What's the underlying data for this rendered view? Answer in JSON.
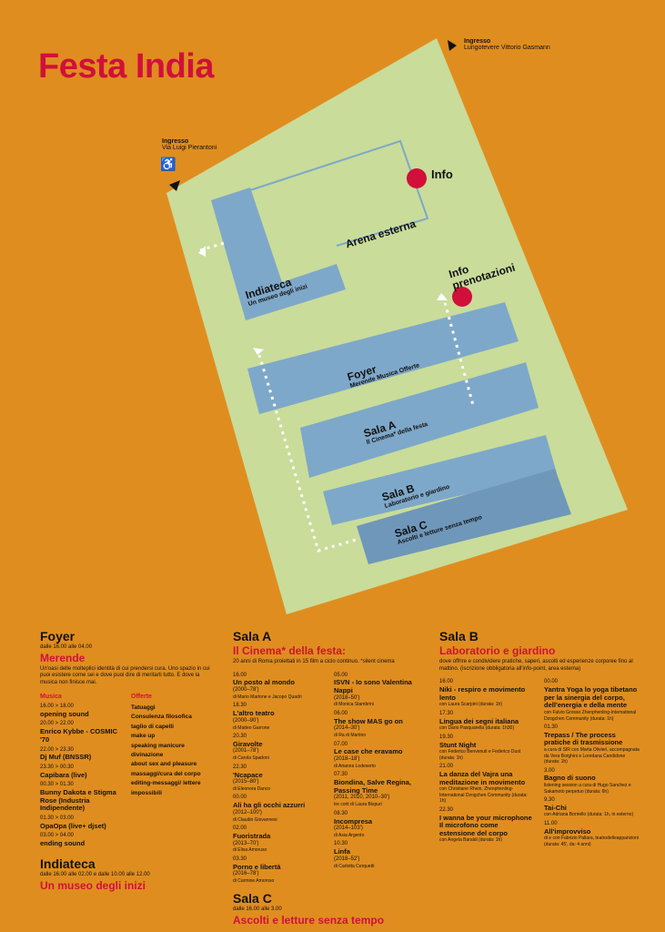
{
  "title": "Festa India",
  "entrances": {
    "top": {
      "label": "Ingresso",
      "street": "Lungotevere Vittorio Gasmann"
    },
    "left": {
      "label": "Ingresso",
      "street": "Via Luigi Pierantoni"
    }
  },
  "icons": {
    "accessible": "wheelchair-icon",
    "info": "info-dot"
  },
  "map": {
    "info": "Info",
    "arena": "Arena esterna",
    "info_pren_1": "Info",
    "info_pren_2": "prenotazioni",
    "indiateca": "Indiateca",
    "indiateca_sub": "Un museo degli inizi",
    "foyer": "Foyer",
    "foyer_sub": "Merende  Musica  Offerte",
    "sala_a": "Sala A",
    "sala_a_sub": "Il Cinema* della festa",
    "sala_b": "Sala B",
    "sala_b_sub": "Laboratorio e giardino",
    "sala_c": "Sala C",
    "sala_c_sub": "Ascolti e letture senza tempo"
  },
  "colors": {
    "bg": "#e08d1f",
    "map": "#c9dc9a",
    "room": "#7ea8c9",
    "accent": "#d0103a"
  },
  "foyer": {
    "title": "Foyer",
    "time": "dalle 16.00 alle 04.00",
    "subtitle": "Merende",
    "desc": "Un'oasi delle molteplici identità di cui prendersi cura. Uno spazio in cui puoi esistere come sei e dove puoi dire di meritarti tutto. E dove la musica non finisce mai.",
    "music_h": "Musica",
    "music": [
      {
        "t": "16.00 > 18.00",
        "n": "opening sound"
      },
      {
        "t": "20.00 > 22.00",
        "n": "Enrico Kybbe - COSMIC '70"
      },
      {
        "t": "22.00 > 23.30",
        "n": "Dj Muf (BNSSR)"
      },
      {
        "t": "23.30 > 00.30",
        "n": "Capibara (live)"
      },
      {
        "t": "00.30 > 01.30",
        "n": "Bunny Dakota e Stigma Rose (Industria Indipendente)"
      },
      {
        "t": "01.30 > 03.00",
        "n": "OpaOpa (live+ djset)"
      },
      {
        "t": "03.00 > 04.00",
        "n": "ending sound"
      }
    ],
    "offers_h": "Offerte",
    "offers": [
      "Tatuaggi",
      "Consulenza filosofica",
      "taglio di capelli",
      "make up",
      "speaking manicure",
      "divinazione",
      "about sex and pleasure",
      "massaggi/cura del corpo",
      "editing-messaggi/ lettere impossibili"
    ]
  },
  "indiateca": {
    "title": "Indiateca",
    "time": "dalle 16.00 alle 02.00 e dalle 10.00 alle 12.00",
    "subtitle": "Un museo degli inizi"
  },
  "sala_a": {
    "title": "Sala A",
    "subtitle": "Il Cinema* della festa:",
    "desc": "20 anni di Roma proiettati in 15 film a ciclo continuo. *silent cinema",
    "col1": [
      {
        "t": "16.00",
        "n": "Un posto al mondo",
        "d": "(2000–78')",
        "c": "di Mario Martone e Jacopo Quadri"
      },
      {
        "t": "18.30",
        "n": "L'altro teatro",
        "d": "(2000–90')",
        "c": "di Matteo Garrone"
      },
      {
        "t": "20.30",
        "n": "Giravolte",
        "d": "(2001–78')",
        "c": "di Carola Spadoni"
      },
      {
        "t": "22.30",
        "n": "'Ncapace",
        "d": "(2015–80')",
        "c": "di Eleonora Danco"
      },
      {
        "t": "00.00",
        "n": "Ali ha gli occhi azzurri",
        "d": "(2012–100')",
        "c": "di Claudio Giovannesi"
      },
      {
        "t": "02.00",
        "n": "Fuoristrada",
        "d": "(2013–70')",
        "c": "di Elisa Amoruso"
      },
      {
        "t": "03.30",
        "n": "Porno e libertà",
        "d": "(2016–78')",
        "c": "di Carmine Amoroso"
      }
    ],
    "col2": [
      {
        "t": "05.00",
        "n": "ISVN - Io sono Valentina Nappi",
        "d": "(2018–50')",
        "c": "di Monica Stambrini"
      },
      {
        "t": "06.00",
        "n": "The show MAS go on",
        "d": "(2014–30')",
        "c": "di Ra di Martino"
      },
      {
        "t": "07.00",
        "n": "Le case che eravamo",
        "d": "(2018–18')",
        "c": "di Arianna Lodeserto"
      },
      {
        "t": "07.30",
        "n": "Biondina, Salve Regina, Passing Time",
        "d": "(2011, 2010, 2010–30')",
        "c": "tre corti di Laura Bispuri"
      },
      {
        "t": "08.30",
        "n": "Incompresa",
        "d": "(2014–103')",
        "c": "di Asia Argento"
      },
      {
        "t": "10.30",
        "n": "Linfa",
        "d": "(2018–52')",
        "c": "di Carlotta Cerquetti"
      }
    ]
  },
  "sala_c": {
    "title": "Sala C",
    "time": "dalle 16.00 alle 3.00",
    "subtitle": "Ascolti e letture senza tempo"
  },
  "sala_b": {
    "title": "Sala B",
    "subtitle": "Laboratorio e giardino",
    "desc": "dove offrire e condividere pratiche, saperi, ascolti ed esperienze corporee fino al mattino. (iscrizione obbligatoria all'info-point, area esterna)",
    "col1": [
      {
        "t": "16.00",
        "n": "Niki - respiro e movimento lento",
        "c": "con Laura Scarpini (durata: 1h)"
      },
      {
        "t": "17.30",
        "n": "Lingua dei segni italiana",
        "c": "con Dario Pasquarella (durata: 1h30)"
      },
      {
        "t": "19.30",
        "n": "Stunt Night",
        "c": "con Federico Benvenuti e Federico Dust (durata: 1h)"
      },
      {
        "t": "21.00",
        "n": "La danza del Vajra una meditazione in movimento",
        "c": "con Christiane Rhein, Zhenphenling-International Dzogchen Community (durata: 1h)"
      },
      {
        "t": "22.30",
        "n": "I wanna be your microphone Il microfono come estensione del corpo",
        "c": "con Angela Baraldi (durata: 1h)"
      }
    ],
    "col2": [
      {
        "t": "00.00",
        "n": "Yantra Yoga lo yoga tibetano per la sinergia del corpo, dell'energia e della mente",
        "c": "con Fulvio Grosso Zhenphenling-International Dzogchen Community (durata: 1h)"
      },
      {
        "t": "01.30",
        "n": "Trepass / The process pratiche di trasmissione",
        "c": "a cura di SIR con Marta Olivieri, accompagnata da Vera Borghini e Loredana Candidone (durata: 1h)"
      },
      {
        "t": "3.00",
        "n": "Bagno di suono",
        "c": "listening session a cura di Hugo Sanchez e Sakamoto perpetuo (durata: 6h)"
      },
      {
        "t": "9.30",
        "n": "Tai-Chi",
        "c": "con Adriana Borriello (durata: 1h, in esterno)"
      },
      {
        "t": "11.00",
        "n": "All'improvviso",
        "c": "di e con Fabrizio Pallara, teatrodelleapparizioni (durata: 45', da: 4 anni)"
      }
    ]
  }
}
